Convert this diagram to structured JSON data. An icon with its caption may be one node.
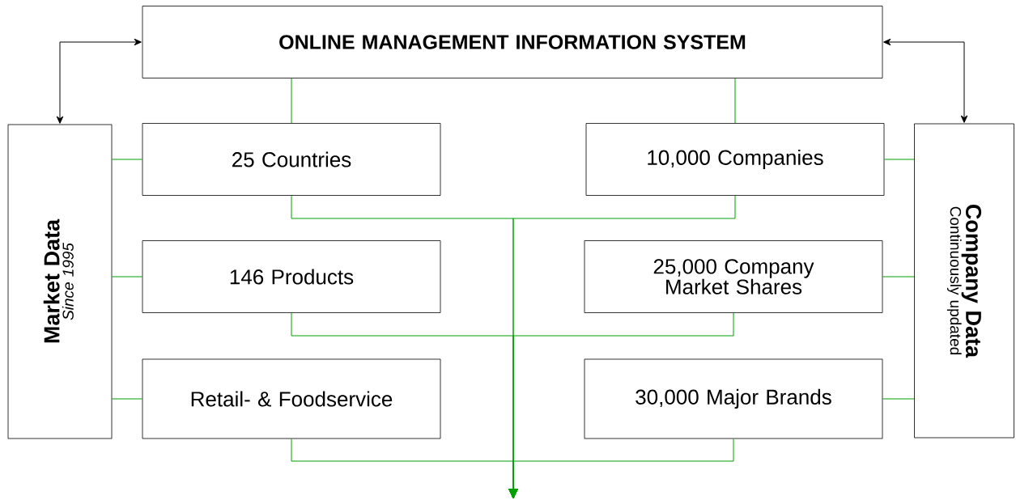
{
  "diagram": {
    "nodes": [
      {
        "text": [
          "ONLINE MANAGEMENT INFORMATION SYSTEM"
        ]
      },
      {
        "text": [
          "Market Data",
          "Since 1995"
        ]
      },
      {
        "text": [
          "25 Countries"
        ]
      },
      {
        "text": [
          "10,000 Companies"
        ]
      },
      {
        "text": [
          "146 Products"
        ]
      },
      {
        "text": [
          "25,000 Company Market Shares"
        ]
      },
      {
        "text": [
          "Retail- & Foodservice"
        ]
      },
      {
        "text": [
          "30,000 Major Brands"
        ]
      },
      {
        "text": [
          "Company Data",
          "Continuously updated"
        ]
      }
    ],
    "edges": [
      {
        "from": 0,
        "to": 1,
        "arrow": "both",
        "color": "#000000"
      },
      {
        "from": 0,
        "to": 8,
        "arrow": "both",
        "color": "#000000"
      },
      {
        "from": 0,
        "to": 2,
        "arrow": "none"
      },
      {
        "from": 0,
        "to": 3,
        "arrow": "none"
      },
      {
        "from": 1,
        "to": 2,
        "arrow": "none"
      },
      {
        "from": 1,
        "to": 4,
        "arrow": "none"
      },
      {
        "from": 1,
        "to": 6,
        "arrow": "none"
      },
      {
        "from": 8,
        "to": 3,
        "arrow": "none"
      },
      {
        "from": 8,
        "to": 5,
        "arrow": "none"
      },
      {
        "from": 8,
        "to": 7,
        "arrow": "none"
      },
      {
        "from": 2,
        "to": null,
        "arrow": "to"
      },
      {
        "from": 3,
        "to": null,
        "arrow": "to"
      },
      {
        "from": 4,
        "to": null,
        "arrow": "to"
      },
      {
        "from": 5,
        "to": null,
        "arrow": "to"
      },
      {
        "from": 6,
        "to": null,
        "arrow": "to"
      },
      {
        "from": 7,
        "to": null,
        "arrow": "to"
      }
    ]
  }
}
